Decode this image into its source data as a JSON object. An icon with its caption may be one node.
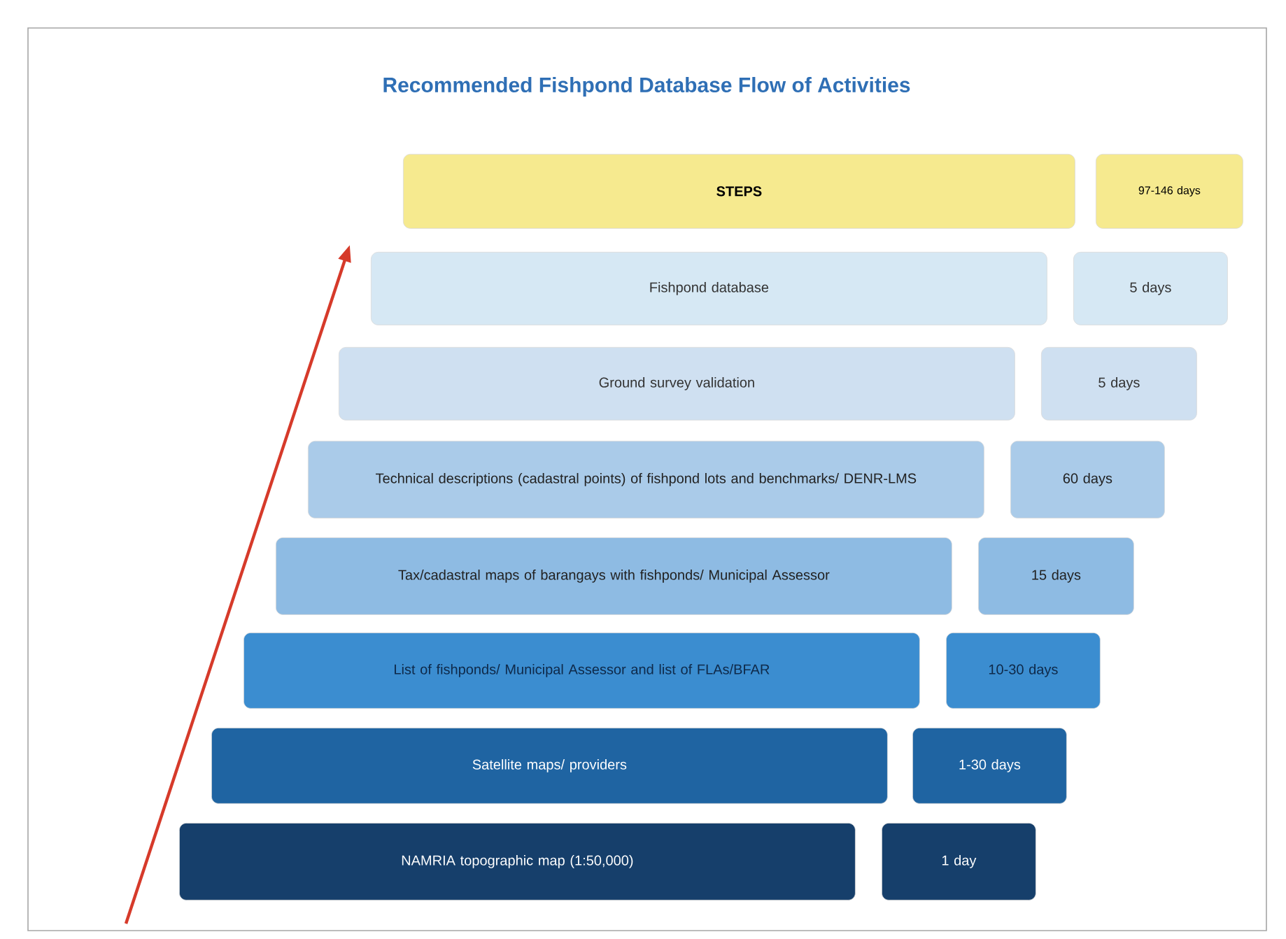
{
  "diagram": {
    "title": "Recommended Fishpond Database Flow of Activities",
    "nodes": [
      {
        "text": [
          "STEPS"
        ]
      },
      {
        "text": [
          "97-146  days"
        ]
      },
      {
        "text": [
          "Fishpond database"
        ]
      },
      {
        "text": [
          "5 days"
        ]
      },
      {
        "text": [
          "Ground survey validation"
        ]
      },
      {
        "text": [
          "5 days"
        ]
      },
      {
        "text": [
          "Technical descriptions (cadastral points) of fishpond lots and benchmarks/ DENR-LMS"
        ]
      },
      {
        "text": [
          "60 days"
        ]
      },
      {
        "text": [
          "Tax/cadastral maps of barangays with fishponds/ Municipal Assessor"
        ]
      },
      {
        "text": [
          "15 days"
        ]
      },
      {
        "text": [
          "List of fishponds/ Municipal Assessor and list of FLAs/BFAR"
        ]
      },
      {
        "text": [
          "10-30 days"
        ]
      },
      {
        "text": [
          "Satellite maps/ providers"
        ]
      },
      {
        "text": [
          "1-30 days"
        ]
      },
      {
        "text": [
          "NAMRIA topographic map (1:50,000)"
        ]
      },
      {
        "text": [
          "1 day"
        ]
      }
    ]
  }
}
